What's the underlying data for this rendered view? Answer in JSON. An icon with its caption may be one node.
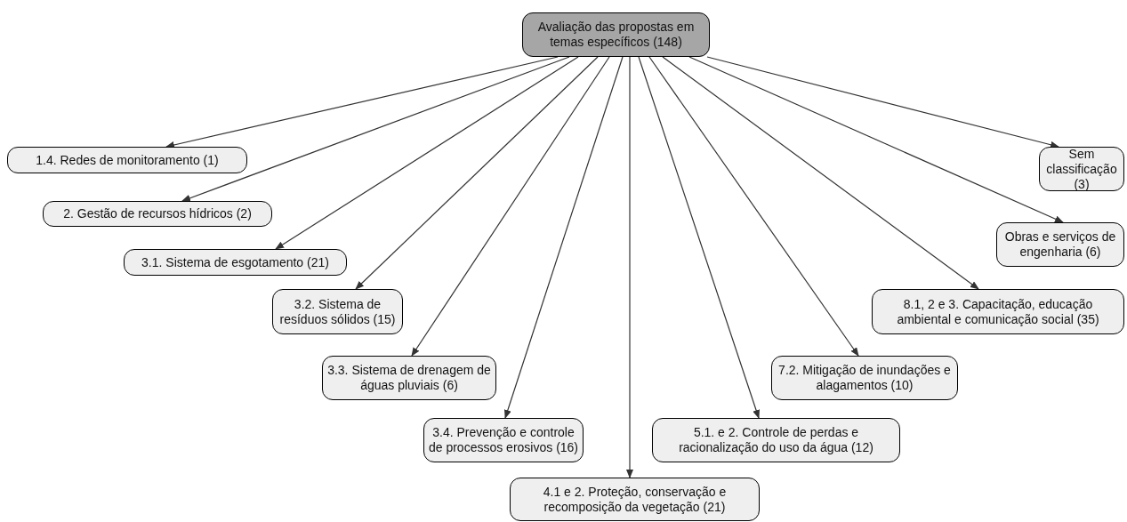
{
  "diagram": {
    "nodes": [
      {
        "text": [
          "Avaliação das propostas em temas específicos (148)"
        ]
      },
      {
        "text": [
          "1.4. Redes de monitoramento (1)"
        ]
      },
      {
        "text": [
          "2. Gestão de recursos hídricos (2)"
        ]
      },
      {
        "text": [
          "3.1. Sistema de esgotamento (21)"
        ]
      },
      {
        "text": [
          "3.2. Sistema de resíduos sólidos (15)"
        ]
      },
      {
        "text": [
          "3.3. Sistema de drenagem de águas pluviais (6)"
        ]
      },
      {
        "text": [
          "3.4. Prevenção e controle de processos erosivos (16)"
        ]
      },
      {
        "text": [
          "4.1 e 2. Proteção, conservação e recomposição da vegetação (21)"
        ]
      },
      {
        "text": [
          "5.1. e 2. Controle de perdas e racionalização do uso da água (12)"
        ]
      },
      {
        "text": [
          "7.2. Mitigação de inundações e alagamentos (10)"
        ]
      },
      {
        "text": [
          "8.1, 2 e 3. Capacitação, educação ambiental e comunicação social (35)"
        ]
      },
      {
        "text": [
          "Obras e serviços de engenharia (6)"
        ]
      },
      {
        "text": [
          "Sem classificação (3)"
        ]
      }
    ],
    "edges": [
      {
        "from": 0,
        "to": 1,
        "arrow": "to"
      },
      {
        "from": 0,
        "to": 2,
        "arrow": "to"
      },
      {
        "from": 0,
        "to": 3,
        "arrow": "to"
      },
      {
        "from": 0,
        "to": 4,
        "arrow": "to"
      },
      {
        "from": 0,
        "to": 5,
        "arrow": "to"
      },
      {
        "from": 0,
        "to": 6,
        "arrow": "to"
      },
      {
        "from": 0,
        "to": 7,
        "arrow": "to"
      },
      {
        "from": 0,
        "to": 8,
        "arrow": "to"
      },
      {
        "from": 0,
        "to": 9,
        "arrow": "to"
      },
      {
        "from": 0,
        "to": 10,
        "arrow": "to"
      },
      {
        "from": 0,
        "to": 11,
        "arrow": "to"
      },
      {
        "from": 0,
        "to": 12,
        "arrow": "to"
      }
    ]
  }
}
